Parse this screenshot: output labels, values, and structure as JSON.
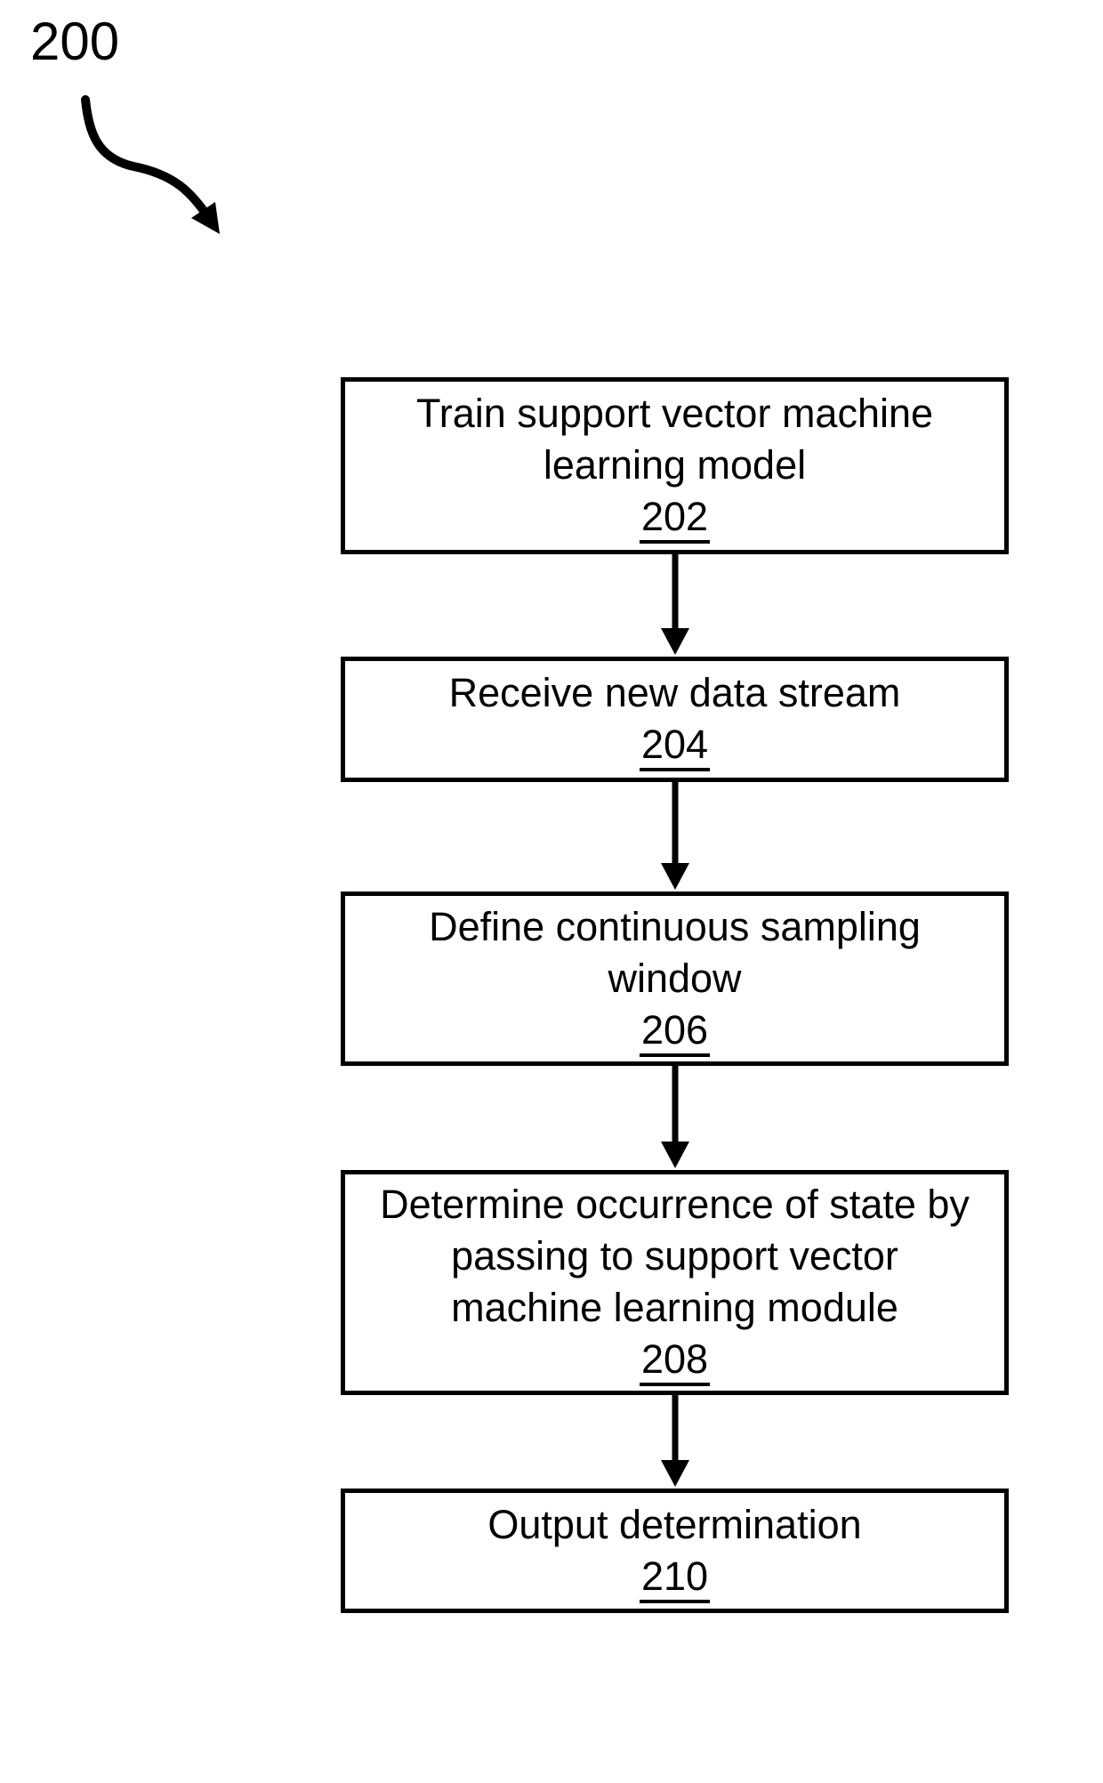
{
  "figure": {
    "reference_label": "200",
    "line_color": "#000000",
    "background_color": "#ffffff"
  },
  "steps": [
    {
      "lines": [
        "Train support vector machine",
        "learning model"
      ],
      "ref": "202"
    },
    {
      "lines": [
        "Receive new data stream"
      ],
      "ref": "204"
    },
    {
      "lines": [
        "Define continuous sampling",
        "window"
      ],
      "ref": "206"
    },
    {
      "lines": [
        "Determine occurrence of state by",
        "passing to support vector",
        "machine learning module"
      ],
      "ref": "208"
    },
    {
      "lines": [
        "Output determination"
      ],
      "ref": "210"
    }
  ]
}
